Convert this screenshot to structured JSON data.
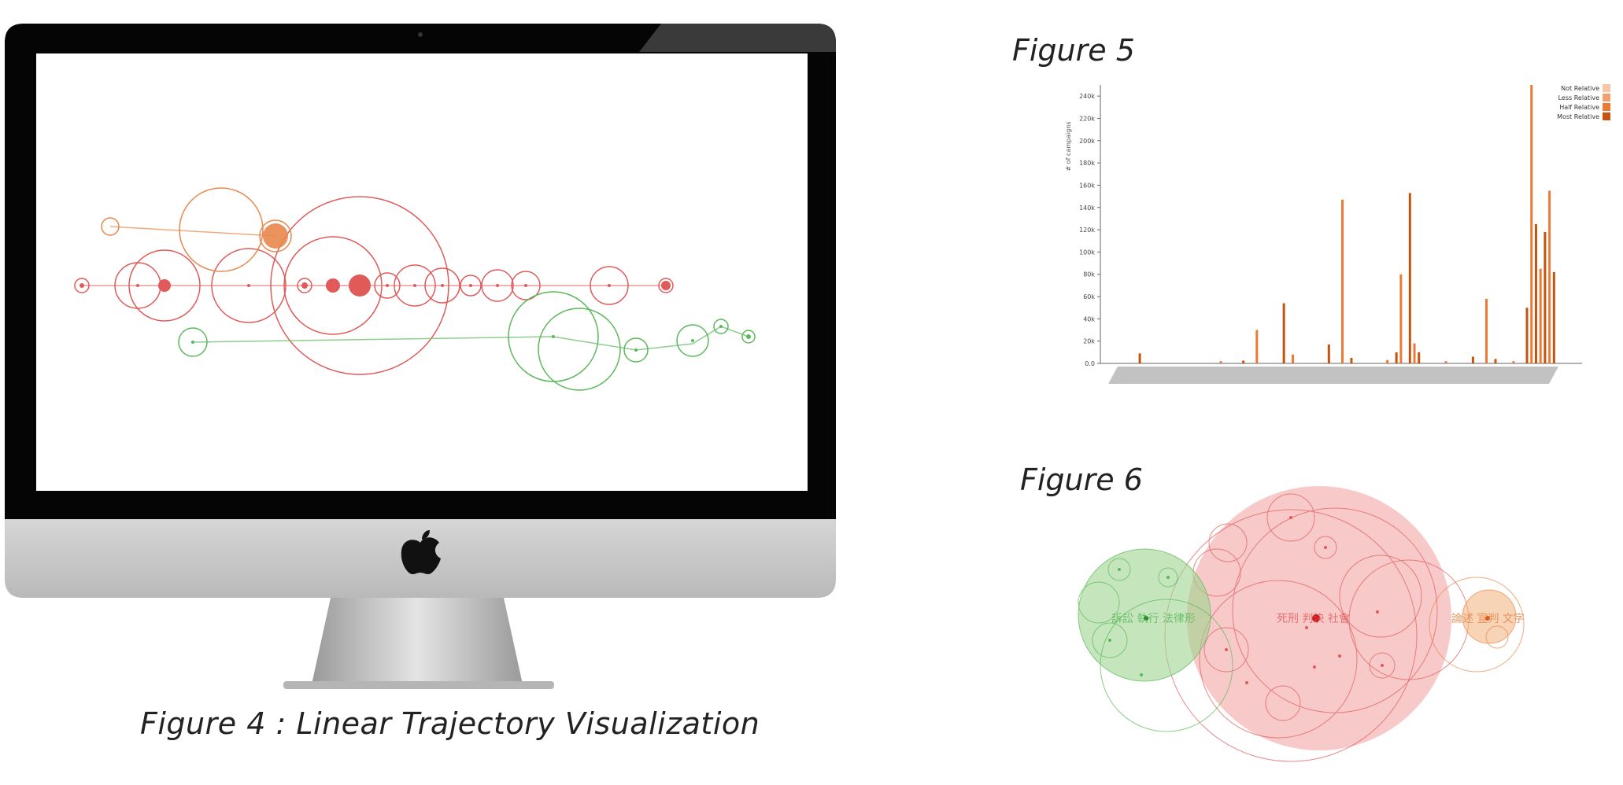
{
  "figure4": {
    "caption": "Figure 4 : Linear Trajectory Visualization",
    "colors": {
      "red": "#e05a5a",
      "orange": "#e8874a",
      "green": "#5cb85c"
    }
  },
  "figure5": {
    "caption": "Figure 5",
    "chart_data": {
      "type": "bar",
      "ylabel": "# of campaigns",
      "yticks": [
        "0.0",
        "20k",
        "40k",
        "60k",
        "80k",
        "100k",
        "120k",
        "140k",
        "160k",
        "180k",
        "200k",
        "220k",
        "240k"
      ],
      "ylim": [
        0,
        250000
      ],
      "legend_position": "top-right",
      "series": [
        {
          "name": "Not Relative",
          "color": "#f7c6a7"
        },
        {
          "name": "Less Relative",
          "color": "#f2a070"
        },
        {
          "name": "Half Relative",
          "color": "#ea7a35"
        },
        {
          "name": "Most Relative",
          "color": "#c35410"
        }
      ],
      "bars": [
        {
          "i": 5,
          "v": 9000
        },
        {
          "i": 23,
          "v": 2000
        },
        {
          "i": 28,
          "v": 2500
        },
        {
          "i": 31,
          "v": 30000
        },
        {
          "i": 37,
          "v": 54000
        },
        {
          "i": 39,
          "v": 8000
        },
        {
          "i": 47,
          "v": 17000
        },
        {
          "i": 50,
          "v": 147000
        },
        {
          "i": 52,
          "v": 5000
        },
        {
          "i": 60,
          "v": 3000
        },
        {
          "i": 62,
          "v": 10000
        },
        {
          "i": 63,
          "v": 80000
        },
        {
          "i": 65,
          "v": 153000
        },
        {
          "i": 66,
          "v": 18000
        },
        {
          "i": 67,
          "v": 10000
        },
        {
          "i": 73,
          "v": 2000
        },
        {
          "i": 79,
          "v": 6000
        },
        {
          "i": 82,
          "v": 58000
        },
        {
          "i": 84,
          "v": 4000
        },
        {
          "i": 88,
          "v": 2000
        },
        {
          "i": 91,
          "v": 50000
        },
        {
          "i": 92,
          "v": 250000
        },
        {
          "i": 93,
          "v": 125000
        },
        {
          "i": 94,
          "v": 85000
        },
        {
          "i": 95,
          "v": 118000
        },
        {
          "i": 96,
          "v": 155000
        },
        {
          "i": 97,
          "v": 82000
        }
      ]
    }
  },
  "figure6": {
    "caption": "Figure 6",
    "labels": {
      "green": "訴訟 執行 法律形",
      "red": "死刑 判決 社會",
      "orange": "論述 宣判 文字"
    },
    "colors": {
      "red": "#f4a5a5",
      "green": "#9fd58f",
      "orange": "#f2b785"
    }
  }
}
